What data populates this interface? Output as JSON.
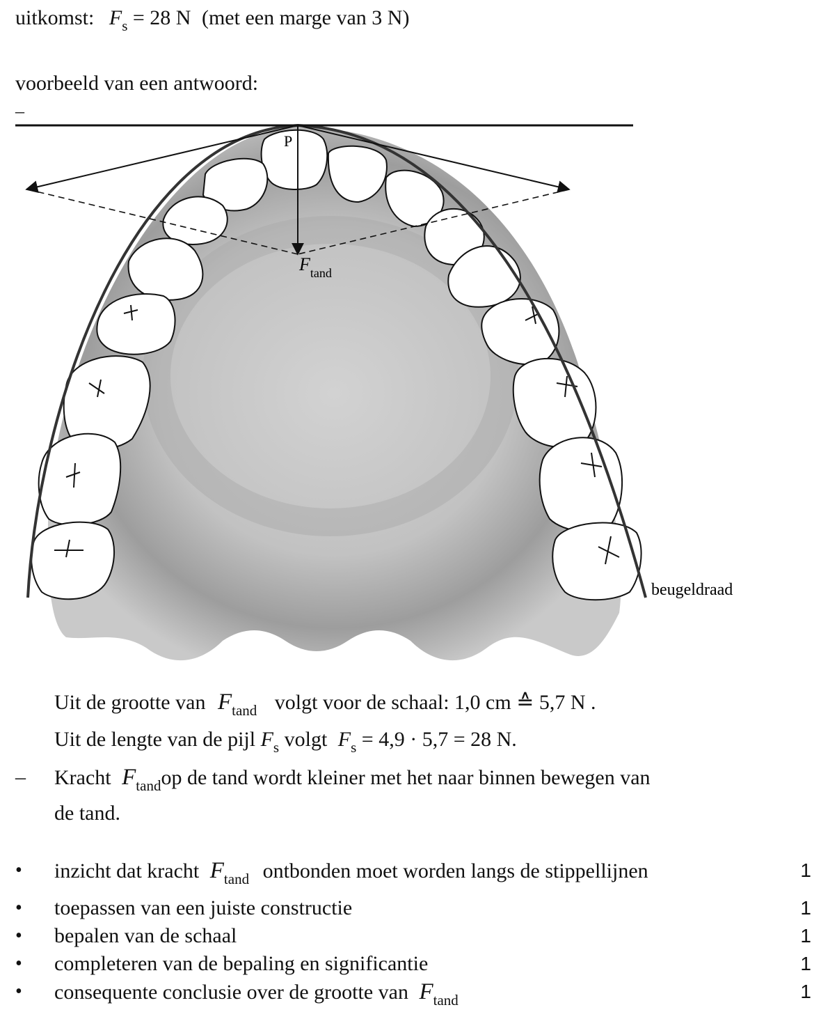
{
  "outcome": {
    "label": "uitkomst:",
    "var": "F",
    "sub": "s",
    "value": "= 28 N",
    "margin": "(met een marge van 3 N)"
  },
  "example_label": "voorbeeld van een antwoord:",
  "dash": "–",
  "figure": {
    "point_label": "P",
    "force_var": "F",
    "force_sub": "tand",
    "wire_label": "beugeldraad"
  },
  "answer": {
    "line1_pre": "Uit de grootte van",
    "line1_var": "F",
    "line1_sub": "tand",
    "line1_mid": "volgt voor de schaal: 1,0 cm",
    "line1_eq": "≙",
    "line1_post": "5,7 N .",
    "line2_pre": "Uit de lengte van de pijl",
    "line2_var": "F",
    "line2_sub": "s",
    "line2_mid": "volgt",
    "line2_var2": "F",
    "line2_sub2": "s",
    "line2_post": "= 4,9 · 5,7 = 28  N.",
    "line3_pre": "Kracht",
    "line3_var": "F",
    "line3_sub": "tand",
    "line3_post": "op de tand wordt kleiner met het naar binnen bewegen van",
    "line4": "de tand."
  },
  "criteria": [
    {
      "pre": "inzicht dat kracht",
      "var": "F",
      "sub": "tand",
      "post": "ontbonden moet worden langs de stippellijnen",
      "points": "1"
    },
    {
      "pre": "toepassen van een juiste constructie",
      "points": "1"
    },
    {
      "pre": "bepalen van de schaal",
      "points": "1"
    },
    {
      "pre": "completeren van de bepaling en significantie",
      "points": "1"
    },
    {
      "pre": "consequente conclusie over de grootte van",
      "var": "F",
      "sub": "tand",
      "points": "1"
    }
  ],
  "bullet_char": "•"
}
